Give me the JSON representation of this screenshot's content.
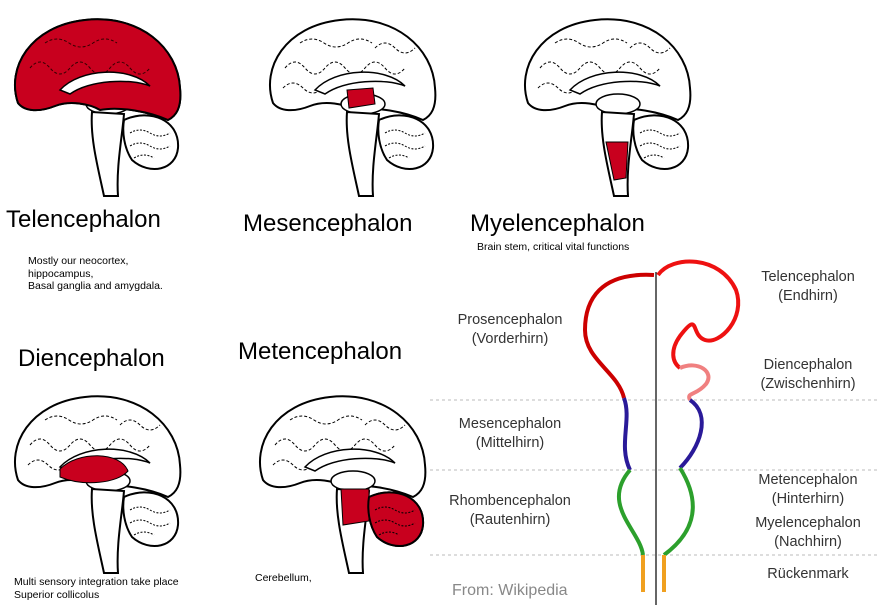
{
  "panels": [
    {
      "title": "Telencephalon",
      "description": [
        "Mostly our neocortex,",
        "hippocampus,",
        "Basal ganglia and amygdala."
      ],
      "region": "telencephalon"
    },
    {
      "title": "Mesencephalon",
      "description": [],
      "region": "mesencephalon"
    },
    {
      "title": "Myelencephalon",
      "description": [
        "Brain stem, critical vital functions"
      ],
      "region": "myelencephalon"
    },
    {
      "title": "Diencephalon",
      "description": [
        "Multi sensory integration take place",
        "Superior collicolus"
      ],
      "region": "diencephalon"
    },
    {
      "title": "Metencephalon",
      "description": [
        "Cerebellum,"
      ],
      "region": "metencephalon"
    }
  ],
  "neural_tube": {
    "left_labels": [
      {
        "line1": "Prosencephalon",
        "line2": "(Vorderhirn)"
      },
      {
        "line1": "Mesencephalon",
        "line2": "(Mittelhirn)"
      },
      {
        "line1": "Rhombencephalon",
        "line2": "(Rautenhirn)"
      }
    ],
    "right_labels": [
      {
        "line1": "Telencephalon",
        "line2": "(Endhirn)"
      },
      {
        "line1": "Diencephalon",
        "line2": "(Zwischenhirn)"
      },
      {
        "line1": "Metencephalon",
        "line2": "(Hinterhirn)"
      },
      {
        "line1": "Myelencephalon",
        "line2": "(Nachhirn)"
      },
      {
        "line1": "Rückenmark",
        "line2": ""
      }
    ],
    "colors": {
      "prosencephalon": "#cc0000",
      "telencephalon": "#ee1111",
      "diencephalon": "#f08080",
      "mesencephalon": "#2a1a99",
      "rhombencephalon": "#2ca02c",
      "spinal_cord": "#f0a020"
    }
  },
  "highlight_color": "#c8001e",
  "credit": "From: Wikipedia"
}
